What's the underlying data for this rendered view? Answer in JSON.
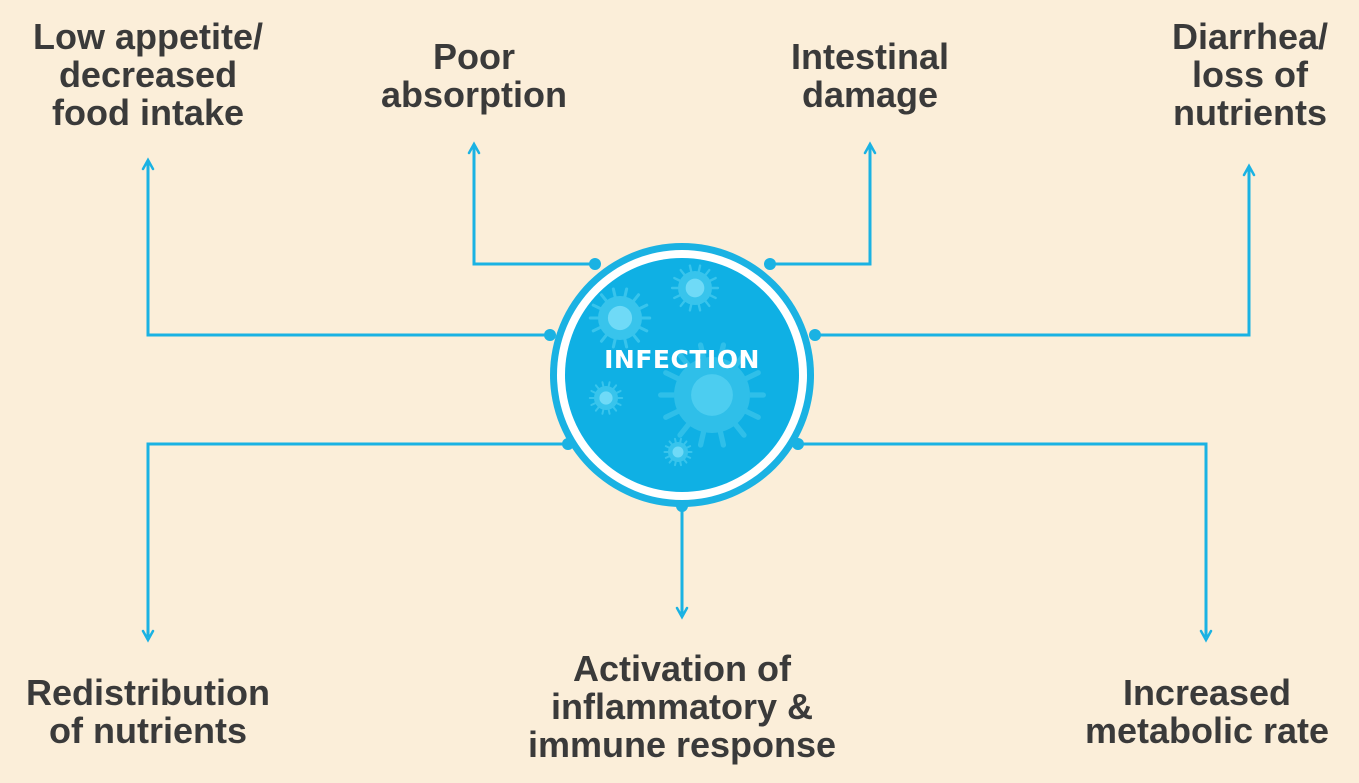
{
  "center": {
    "label": "INFECTION"
  },
  "colors": {
    "background": "#fbeed9",
    "connector": "#1ab2e3",
    "circle_fill": "#0fb0e4",
    "circle_ring": "#ffffff",
    "label_text": "#3a3a3a"
  },
  "icons": {
    "virus": "virus-icon"
  },
  "effects": {
    "low_appetite": [
      "Low appetite/",
      "decreased",
      "food intake"
    ],
    "poor_absorption": [
      "Poor",
      "absorption"
    ],
    "intestinal_damage": [
      "Intestinal",
      "damage"
    ],
    "diarrhea": [
      "Diarrhea/",
      "loss of",
      "nutrients"
    ],
    "redistribution": [
      "Redistribution",
      "of nutrients"
    ],
    "activation": [
      "Activation of",
      "inflammatory &",
      "immune response"
    ],
    "metabolic_rate": [
      "Increased",
      "metabolic rate"
    ]
  }
}
